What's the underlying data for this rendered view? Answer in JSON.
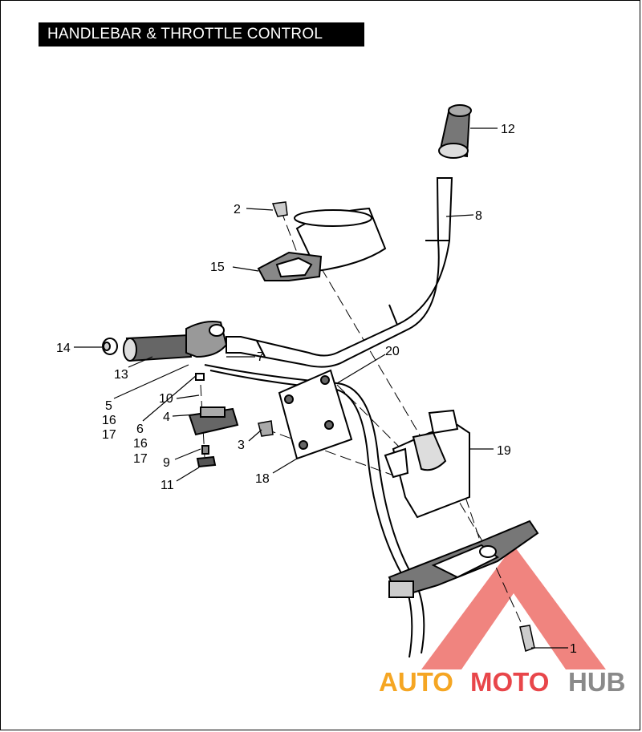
{
  "title": "HANDLEBAR & THROTTLE CONTROL",
  "callouts": {
    "c1": "1",
    "c2": "2",
    "c3": "3",
    "c4": "4",
    "c5": "5",
    "c6": "6",
    "c7": "7",
    "c8": "8",
    "c9": "9",
    "c10": "10",
    "c11": "11",
    "c12": "12",
    "c13": "13",
    "c14": "14",
    "c15": "15",
    "c16a": "16",
    "c16b": "16",
    "c17a": "17",
    "c17b": "17",
    "c18": "18",
    "c19": "19",
    "c20": "20"
  },
  "watermark": {
    "part1": "AUTO",
    "part2": "MOTO",
    "part3": "HUB"
  },
  "colors": {
    "watermark_orange": "#f5a623",
    "watermark_red": "#e8464a",
    "watermark_gray": "#8a8a8a",
    "triangle": "#e9443d"
  }
}
